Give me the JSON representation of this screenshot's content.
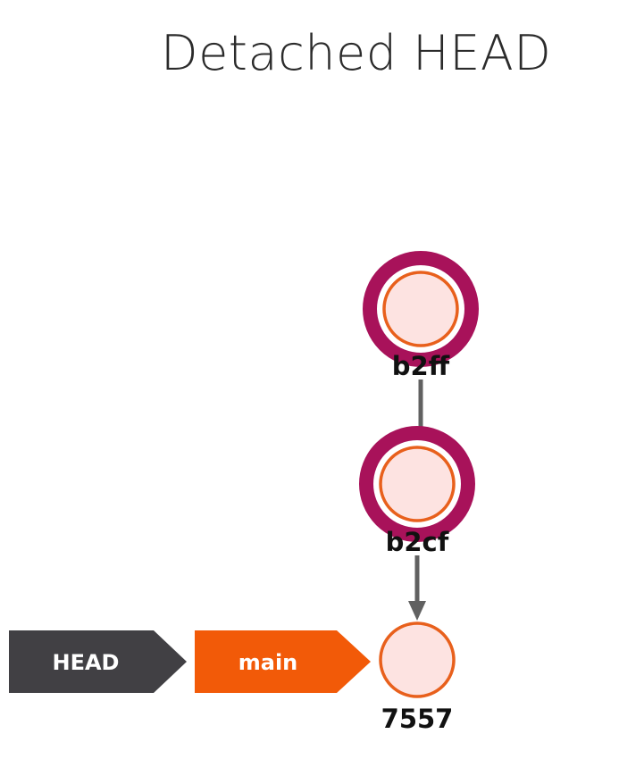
{
  "title": "Detached HEAD",
  "colors": {
    "title_text": "#2b2b2b",
    "commit_fill": "#fde3e1",
    "commit_stroke": "#e8601c",
    "highlight_ring": "#a8125a",
    "arrow": "#616161",
    "head_ref": "#414044",
    "branch_ref": "#f25a08",
    "ref_text": "#ffffff",
    "commit_text": "#111111"
  },
  "commits": [
    {
      "id": "b2ff",
      "highlighted": true
    },
    {
      "id": "b2cf",
      "highlighted": true
    },
    {
      "id": "7557",
      "highlighted": false
    }
  ],
  "refs": {
    "head": {
      "label": "HEAD"
    },
    "branch": {
      "label": "main"
    }
  }
}
